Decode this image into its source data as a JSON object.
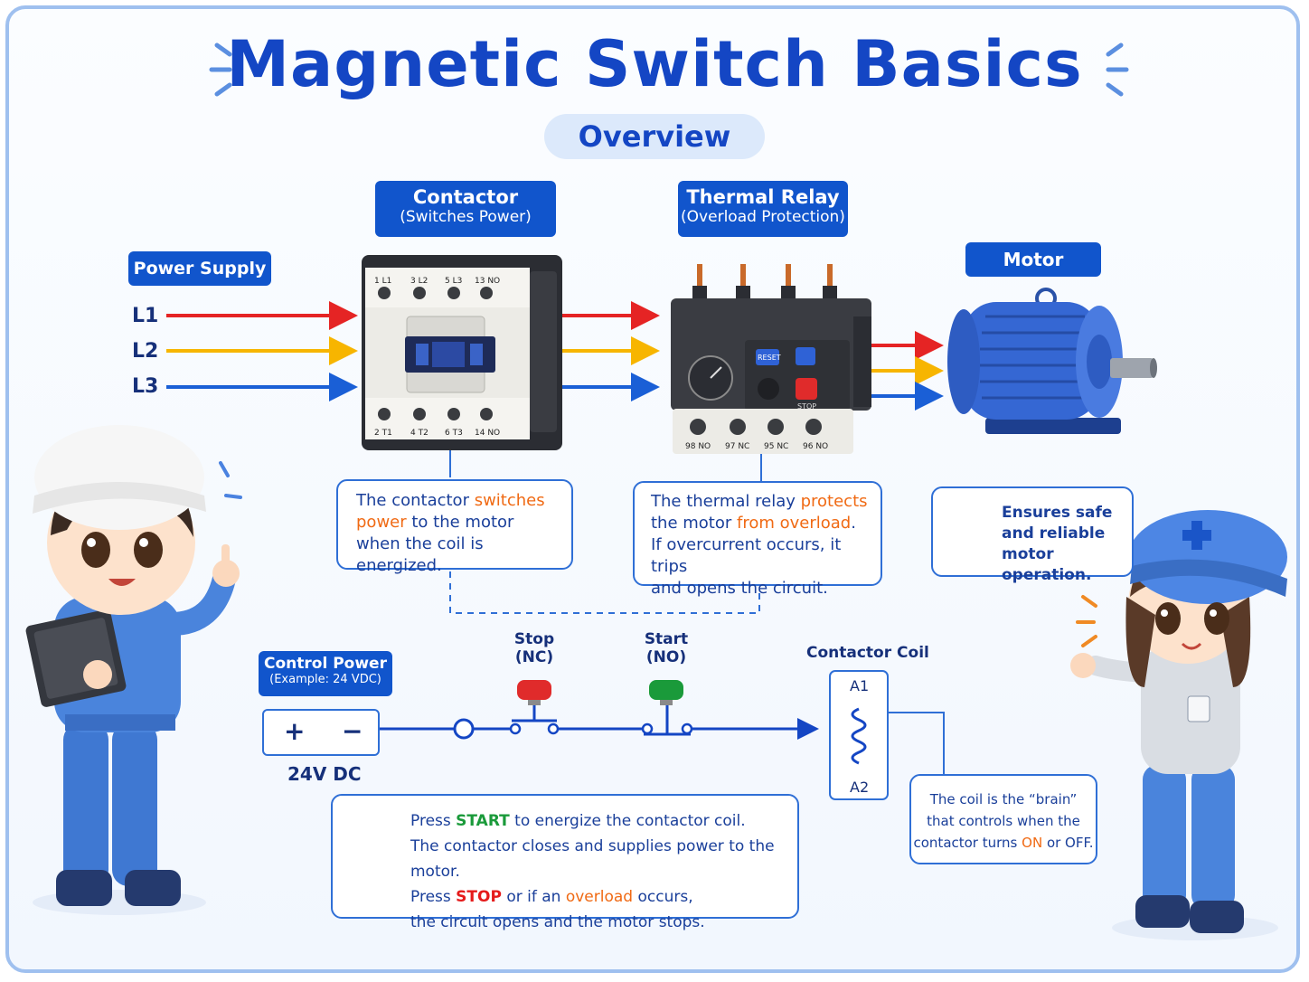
{
  "title": "Magnetic Switch Basics",
  "subtitle": "Overview",
  "labels": {
    "contactor": {
      "line1": "Contactor",
      "line2": "(Switches Power)"
    },
    "thermal": {
      "line1": "Thermal Relay",
      "line2": "(Overload Protection)"
    },
    "power_supply": "Power Supply",
    "motor": "Motor",
    "control_power": {
      "line1": "Control Power",
      "line2": "(Example: 24 VDC)"
    }
  },
  "lines": [
    "L1",
    "L2",
    "L3"
  ],
  "contactor_terminals": {
    "top": [
      "1 L1",
      "3 L2",
      "5 L3",
      "13 NO"
    ],
    "bottom": [
      "2 T1",
      "4 T2",
      "6 T3",
      "14 NO"
    ]
  },
  "thermal_terminals": [
    "98 NO",
    "97 NC",
    "95 NC",
    "96 NO"
  ],
  "thermal_buttons": {
    "reset": "RESET",
    "stop": "STOP"
  },
  "contactor_callout": {
    "t1": "The contactor ",
    "t2": "switches",
    "t3": "power",
    "t4": " to the motor",
    "t5": "when the coil is energized."
  },
  "thermal_callout": {
    "t1": "The thermal relay ",
    "t2": "protects",
    "t3": "the motor ",
    "t4": "from overload",
    "t5": ".",
    "t6": "If overcurrent occurs, it trips",
    "t7": "and opens the circuit."
  },
  "motor_callout": "Ensures safe and reliable motor operation.",
  "control": {
    "plus": "+",
    "minus": "−",
    "voltage": "24V DC",
    "stop": {
      "line1": "Stop",
      "line2": "(NC)"
    },
    "start": {
      "line1": "Start",
      "line2": "(NO)"
    },
    "coil_title": "Contactor Coil",
    "coil_a1": "A1",
    "coil_a2": "A2"
  },
  "coil_callout": {
    "t1": "The coil is the “brain”",
    "t2": "that controls when the",
    "t3": "contactor turns ",
    "t4": "ON",
    "t5": " or OFF."
  },
  "info_box": {
    "l1a": "Press ",
    "l1b": "START",
    "l1c": " to energize the contactor coil.",
    "l2": "The contactor closes and supplies power to the motor.",
    "l3a": "Press ",
    "l3b": "STOP",
    "l3c": " or if an ",
    "l3d": "overload",
    "l3e": " occurs,",
    "l4": "the circuit opens and the motor stops."
  },
  "colors": {
    "brand_blue": "#1155cc",
    "l1": "#e52424",
    "l2": "#f7b500",
    "l3": "#1a5fd6",
    "accent_orange": "#f06a14"
  },
  "icons": [
    "contactor-icon",
    "thermal-relay-icon",
    "motor-icon",
    "shield-icon",
    "lightbulb-icon",
    "worker-boy-icon",
    "worker-girl-icon"
  ]
}
